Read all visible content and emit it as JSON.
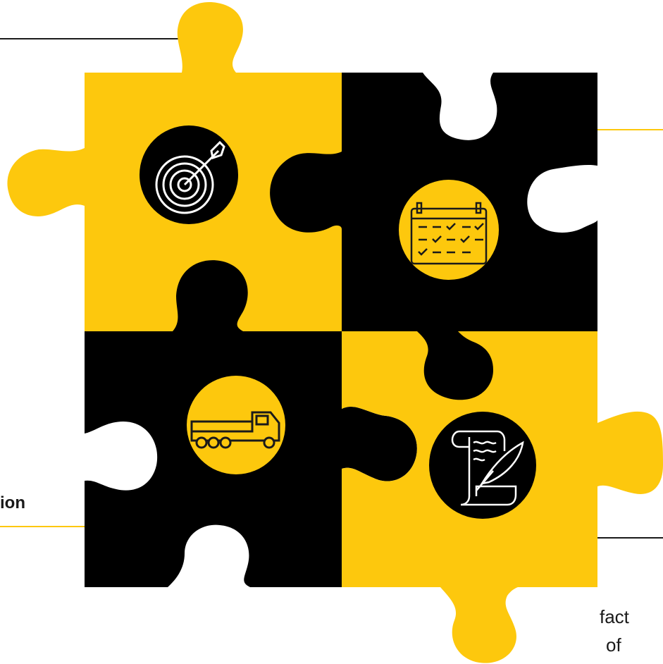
{
  "colors": {
    "yellow": "#FDC80D",
    "black": "#000000",
    "background": "#FFFFFF",
    "line_dark": "#1A1A1A",
    "line_yellow": "#FDC80D"
  },
  "pieces": [
    {
      "position": "top-left",
      "fill": "yellow",
      "icon": "target-icon"
    },
    {
      "position": "top-right",
      "fill": "black",
      "icon": "calendar-icon"
    },
    {
      "position": "bottom-left",
      "fill": "black",
      "icon": "truck-icon"
    },
    {
      "position": "bottom-right",
      "fill": "yellow",
      "icon": "scroll-quill-icon"
    }
  ],
  "text": {
    "left_label": "ion",
    "right_fragment_1": "fact",
    "right_fragment_2": "of"
  }
}
